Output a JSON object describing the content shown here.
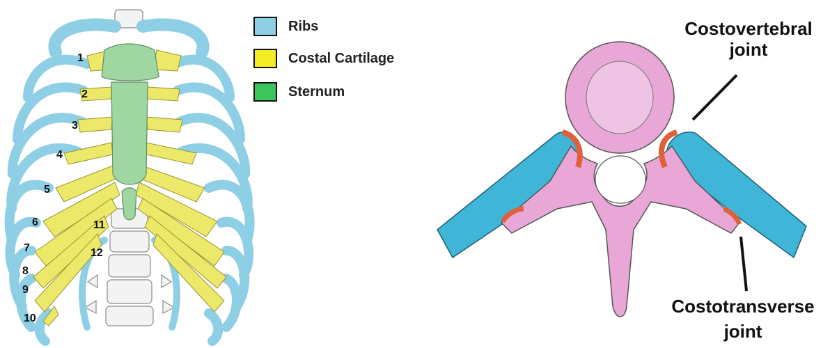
{
  "legend": [
    {
      "label": "Ribs",
      "color": "#8ecfe6"
    },
    {
      "label": "Costal Cartilage",
      "color": "#f2ee23"
    },
    {
      "label": "Sternum",
      "color": "#3cc55a"
    }
  ],
  "rib_numbers": [
    "1",
    "2",
    "3",
    "4",
    "5",
    "6",
    "7",
    "8",
    "9",
    "10",
    "11",
    "12"
  ],
  "joint_labels": {
    "costovertebral_line1": "Costovertebral",
    "costovertebral_line2": "joint",
    "costotransverse_line1": "Costotransverse",
    "costotransverse_line2": "joint"
  },
  "colors": {
    "rib": "#9fd3e6",
    "rib_stroke": "#5a8aa0",
    "cartilage": "#e9e56a",
    "cartilage_stroke": "#9a9430",
    "sternum": "#9fd6a2",
    "sternum_stroke": "#5f8f62",
    "spine": "#f2f2f2",
    "vertebra": "#e8a7d6",
    "vertebra_stroke": "#555",
    "joint": "#e0603a",
    "rib_blue": "#3fb6d8"
  }
}
